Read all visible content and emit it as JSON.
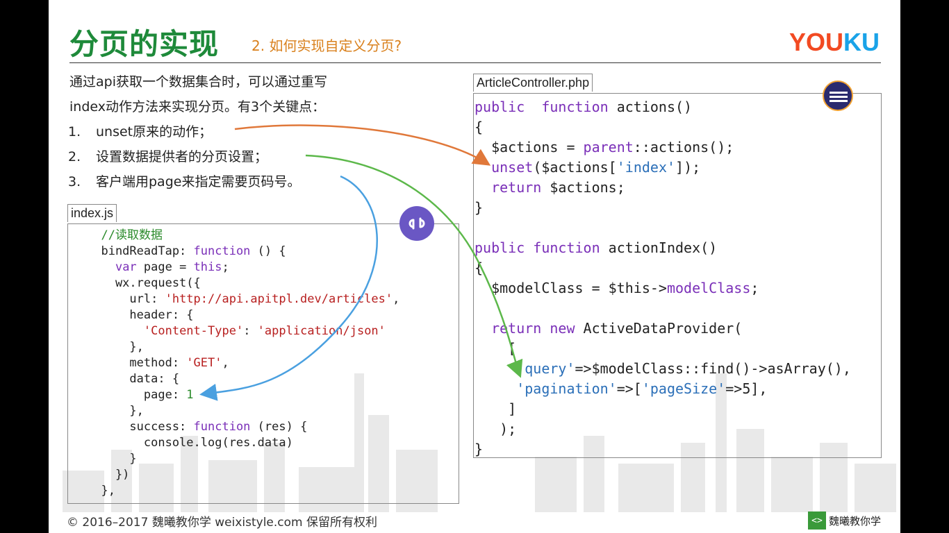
{
  "slide": {
    "title": "分页的实现",
    "subtitle": "2. 如何实现自定义分页?",
    "logo_part1": "YOU",
    "logo_part2": "KU",
    "intro_line1": "通过api获取一个数据集合时，可以通过重写",
    "intro_line2": "index动作方法来实现分页。有3个关键点：",
    "points": [
      {
        "num": "1.",
        "text": "unset原来的动作；"
      },
      {
        "num": "2.",
        "text": "设置数据提供者的分页设置；"
      },
      {
        "num": "3.",
        "text": "客户端用page来指定需要页码号。"
      }
    ],
    "right_file": "ArticleController.php",
    "left_file": "index.js",
    "footer": "© 2016–2017 魏曦教你学 weixistyle.com 保留所有权利",
    "footer_logo_mark": "<>",
    "footer_logo_text": "魏曦教你学"
  },
  "icons": {
    "eclipse": "eclipse-icon",
    "miniprogram": "miniprogram-icon"
  },
  "colors": {
    "title": "#1e8a3a",
    "subtitle": "#d9801c",
    "keyword": "#7a2fb8",
    "string": "#b82020",
    "comment": "#2a8a2a",
    "arrow_orange": "#e0783a",
    "arrow_green": "#5cb84a",
    "arrow_blue": "#4aa0e0"
  }
}
